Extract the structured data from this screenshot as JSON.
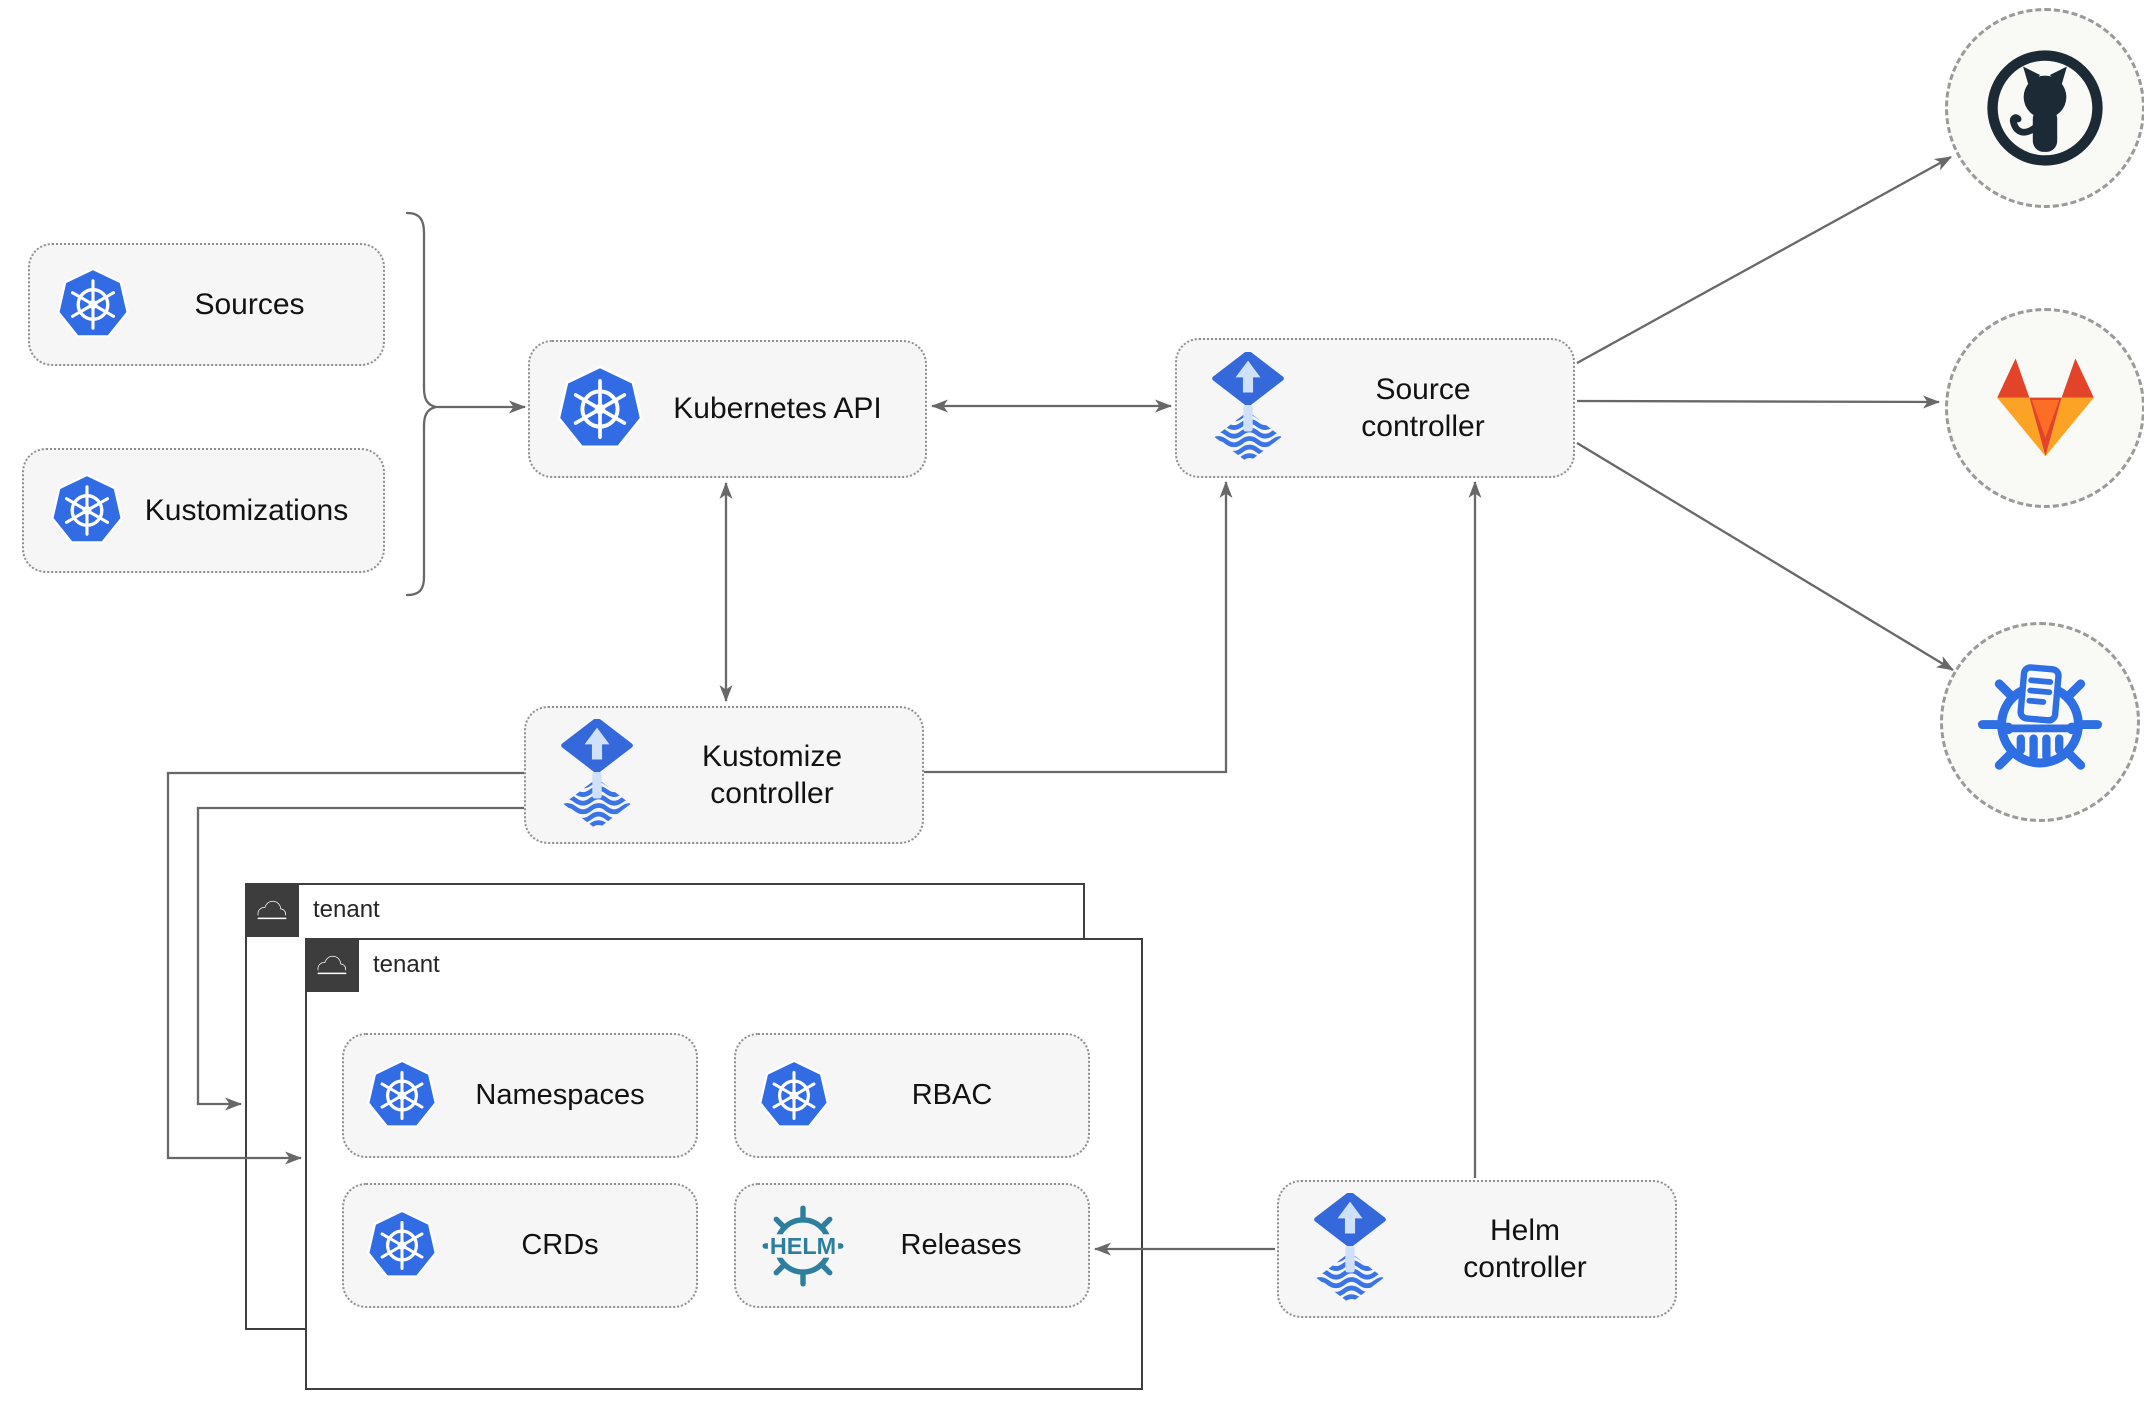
{
  "nodes": {
    "sources": {
      "label": "Sources",
      "icon": "kubernetes"
    },
    "kustomizations": {
      "label": "Kustomizations",
      "icon": "kubernetes"
    },
    "kubernetes_api": {
      "label": "Kubernetes API",
      "icon": "kubernetes"
    },
    "source_controller": {
      "label": "Source controller",
      "icon": "flux"
    },
    "kustomize_controller": {
      "label": "Kustomize controller",
      "icon": "flux"
    },
    "helm_controller": {
      "label": "Helm controller",
      "icon": "flux"
    },
    "namespaces": {
      "label": "Namespaces",
      "icon": "kubernetes"
    },
    "rbac": {
      "label": "RBAC",
      "icon": "kubernetes"
    },
    "crds": {
      "label": "CRDs",
      "icon": "kubernetes"
    },
    "releases": {
      "label": "Releases",
      "icon": "helm"
    }
  },
  "tenants": {
    "back": {
      "label": "tenant"
    },
    "front": {
      "label": "tenant"
    }
  },
  "providers": {
    "github": {
      "icon": "github-octocat"
    },
    "gitlab": {
      "icon": "gitlab-tanuki"
    },
    "registry": {
      "icon": "container-registry-wheel"
    }
  },
  "icon_text": {
    "helm": "HELM"
  },
  "colors": {
    "kubernetes_blue": "#326ce5",
    "flux_blue": "#3568da",
    "flux_light": "#cfe1fa",
    "helm_teal": "#2e7f9e",
    "github_dark": "#1b2a35",
    "gitlab_red": "#e24329",
    "gitlab_orange": "#fc6d26",
    "gitlab_light": "#fca326",
    "registry_blue": "#2f6fe4",
    "line_gray": "#686868",
    "node_bg": "#f5f6f5",
    "tenant_badge_bg": "#3d3d3d"
  },
  "edges": [
    {
      "from": "sources-kustomizations-group",
      "to": "kubernetes-api",
      "style": "arrow"
    },
    {
      "from": "kubernetes-api",
      "to": "source-controller",
      "style": "double-arrow"
    },
    {
      "from": "kubernetes-api",
      "to": "kustomize-controller",
      "style": "double-arrow"
    },
    {
      "from": "kustomize-controller",
      "to": "source-controller",
      "style": "arrow"
    },
    {
      "from": "helm-controller",
      "to": "source-controller",
      "style": "arrow"
    },
    {
      "from": "helm-controller",
      "to": "releases",
      "style": "arrow"
    },
    {
      "from": "kustomize-controller",
      "to": "tenant-front",
      "style": "arrow"
    },
    {
      "from": "kustomize-controller",
      "to": "tenant-back",
      "style": "arrow"
    },
    {
      "from": "source-controller",
      "to": "github",
      "style": "arrow"
    },
    {
      "from": "source-controller",
      "to": "gitlab",
      "style": "arrow"
    },
    {
      "from": "source-controller",
      "to": "registry",
      "style": "arrow"
    }
  ]
}
